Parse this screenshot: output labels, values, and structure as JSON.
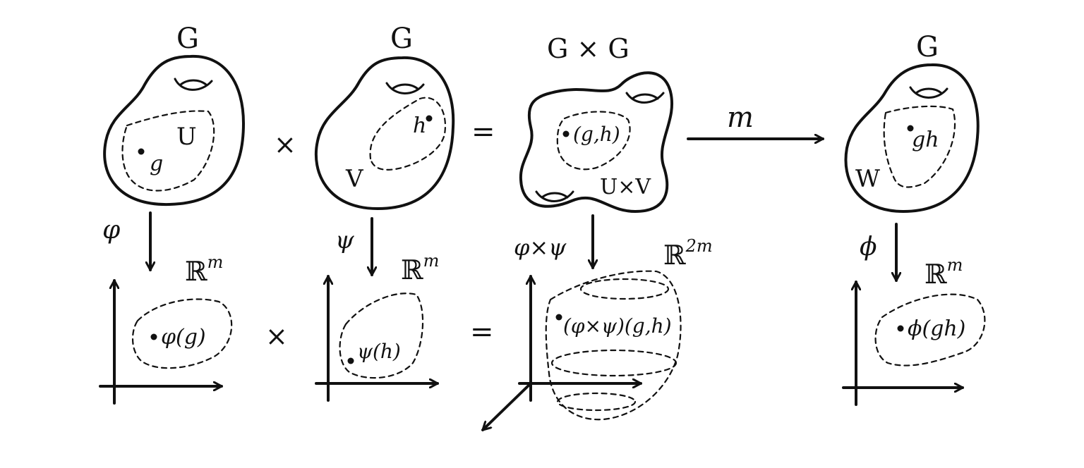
{
  "spaces": {
    "g1": {
      "group": "G",
      "set": "U",
      "point": "g"
    },
    "g2": {
      "group": "G",
      "set": "V",
      "point": "h"
    },
    "g3": {
      "group": "G × G",
      "set": "U×V",
      "point": "(g,h)"
    },
    "g4": {
      "group": "G",
      "set": "W",
      "point": "gh"
    }
  },
  "operators": {
    "times": "×",
    "equals": "="
  },
  "maps": {
    "multiplication": "m",
    "chart1": "φ",
    "chart2": "ψ",
    "chart3": "φ×ψ",
    "chart4": "ϕ"
  },
  "targets": {
    "r1": {
      "space": "ℝ",
      "exp": "m",
      "point": "φ(g)"
    },
    "r2": {
      "space": "ℝ",
      "exp": "m",
      "point": "ψ(h)"
    },
    "r3": {
      "space": "ℝ",
      "exp": "2m",
      "point": "(φ×ψ)(g,h)"
    },
    "r4": {
      "space": "ℝ",
      "exp": "m",
      "point": "ϕ(gh)"
    }
  }
}
